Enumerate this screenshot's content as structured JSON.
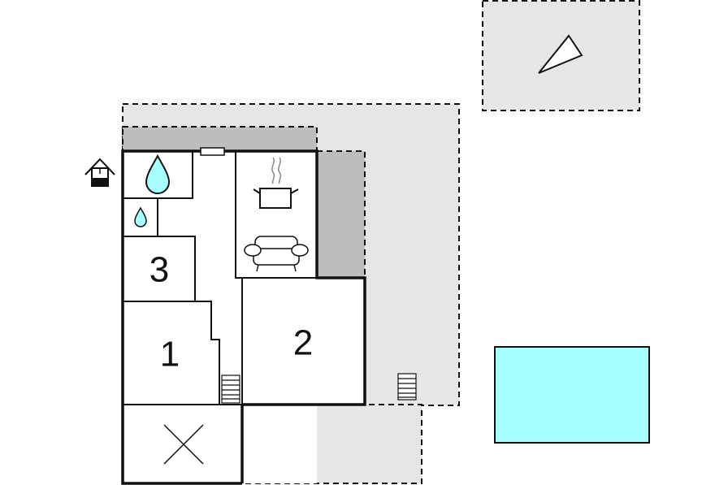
{
  "colors": {
    "background": "#ffffff",
    "terrace": "#e6e6e6",
    "covered_terrace": "#bdbdbd",
    "wall": "#111111",
    "pool": "#a8ffff",
    "water_drop": "#a8ffff"
  },
  "rooms": {
    "room_3": {
      "label": "3"
    },
    "room_1": {
      "label": "1"
    },
    "room_2": {
      "label": "2"
    }
  },
  "icons": [
    "water-drop-icon",
    "small-water-drop-icon",
    "cooking-pot-icon",
    "sofa-icon",
    "outside-shower-house-icon",
    "compass-north-icon",
    "stairs-icon",
    "cross-empty-space-icon"
  ]
}
